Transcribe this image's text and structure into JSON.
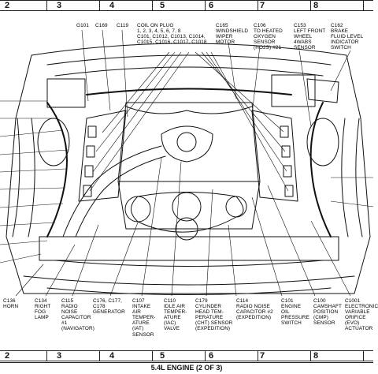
{
  "grid_numbers_top": [
    "2",
    "3",
    "4",
    "5",
    "6",
    "7",
    "8"
  ],
  "grid_numbers_bottom": [
    "2",
    "3",
    "4",
    "5",
    "6",
    "7",
    "8"
  ],
  "caption": "5.4L ENGINE (2 OF 3)",
  "top_callouts": {
    "g101": "G101",
    "c169": "C169",
    "c119": "C119",
    "coil": "COIL ON PLUG\n1, 2, 3, 4, 5, 6, 7, 8\nC101, C1012, C1013, C1014,\nC1015, C1016, C1017, C1018",
    "c165": "C165\nWINDSHIELD\nWIPER\nMOTOR",
    "c106": "C106\nTO HEATED\nOXYGEN\nSENSOR\n(HO2S) #21",
    "c153": "C153\nLEFT FRONT\nWHEEL\n4WABS\nSENSOR",
    "c162": "C162\nBRAKE\nFLUID LEVEL\nINDICATOR\nSWITCH"
  },
  "bottom_callouts": {
    "c136": "C136\nHORN",
    "c134": "C134\nRIGHT\nFOG\nLAMP",
    "c115": "C115\nRADIO\nNOISE\nCAPACITOR\n#1\n(NAVIGATOR)",
    "c176": "C176, C177,\nC178\nGENERATOR",
    "c107": "C107\nINTAKE\nAIR\nTEMPER-\nATURE\n(IAT)\nSENSOR",
    "c110": "C110\nIDLE AIR\nTEMPER-\nATURE\n(IAC)\nVALVE",
    "c179": "C179\nCYLINDER\nHEAD TEM-\nPERATURE\n(CHT) SENSOR\n(EXPEDITION)",
    "c114": "C114\nRADIO NOISE\nCAPACITOR #2\n(EXPEDITION)",
    "c101": "C101\nENGINE\nOIL\nPRESSURE\nSWITCH",
    "c100": "C100\nCAMSHAFT\nPOSITION\n(CMP)\nSENSOR",
    "c1001": "C1001\nELECTRONIC\nVARIABLE\nORIFICE\n(EVO) ACTUATOR"
  },
  "colors": {
    "ink": "#111111",
    "paper": "#ffffff",
    "shade": "#cfcfcf"
  }
}
